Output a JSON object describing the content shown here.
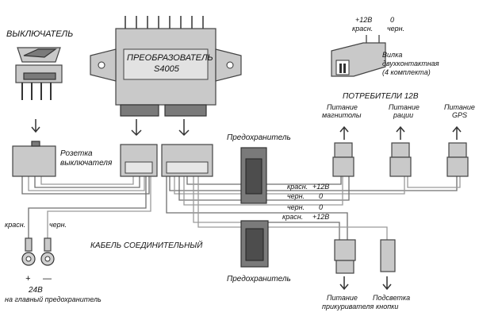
{
  "labels": {
    "switch": "ВЫКЛЮЧАТЕЛЬ",
    "converter_title": "ПРЕОБРАЗОВАТЕЛЬ",
    "converter_model": "S4005",
    "socket_line1": "Розетка",
    "socket_line2": "выключателя",
    "fuse_top": "Предохранитель",
    "fuse_bottom": "Предохранитель",
    "plug_line1": "Вилка",
    "plug_line2": "двухконтактная",
    "plug_line3": "(4 комплекта)",
    "plug_plus": "+12В",
    "plug_red": "красн.",
    "plug_zero": "0",
    "plug_black": "черн.",
    "consumers": "ПОТРЕБИТЕЛИ 12В",
    "cons1_line1": "Питание",
    "cons1_line2": "магнитолы",
    "cons2_line1": "Питание",
    "cons2_line2": "рации",
    "cons3_line1": "Питание",
    "cons3_line2": "GPS",
    "wire1_color": "красн.",
    "wire1_val": "+12В",
    "wire2_color": "черн.",
    "wire2_val": "0",
    "wire3_color": "черн.",
    "wire3_val": "0",
    "wire4_color": "красн.",
    "wire4_val": "+12В",
    "input_red": "красн.",
    "input_black": "черн.",
    "plus": "+",
    "minus": "—",
    "cable": "КАБЕЛЬ СОЕДИНИТЕЛЬНЫЙ",
    "voltage_24": "24В",
    "main_fuse": "на главный предохранитель",
    "cig_line1": "Питание",
    "cig_line2": "прикуривателя",
    "light_line1": "Подсветка",
    "light_line2": "кнопки"
  }
}
